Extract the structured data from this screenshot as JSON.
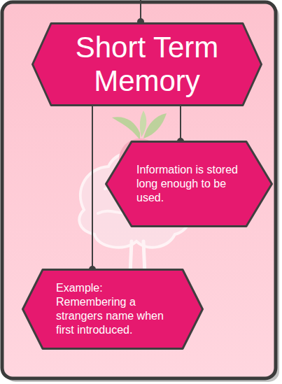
{
  "diagram": {
    "nodes": [
      {
        "text": [
          "Short Term Memory"
        ]
      },
      {
        "text": [
          "Information is stored long enough to be used."
        ]
      },
      {
        "text": [
          "Example: Remembering a strangers name when first introduced."
        ]
      }
    ],
    "edges": [
      {
        "from": 0,
        "to": 1,
        "arrow": "none"
      },
      {
        "from": 0,
        "to": 2,
        "arrow": "none"
      }
    ]
  }
}
